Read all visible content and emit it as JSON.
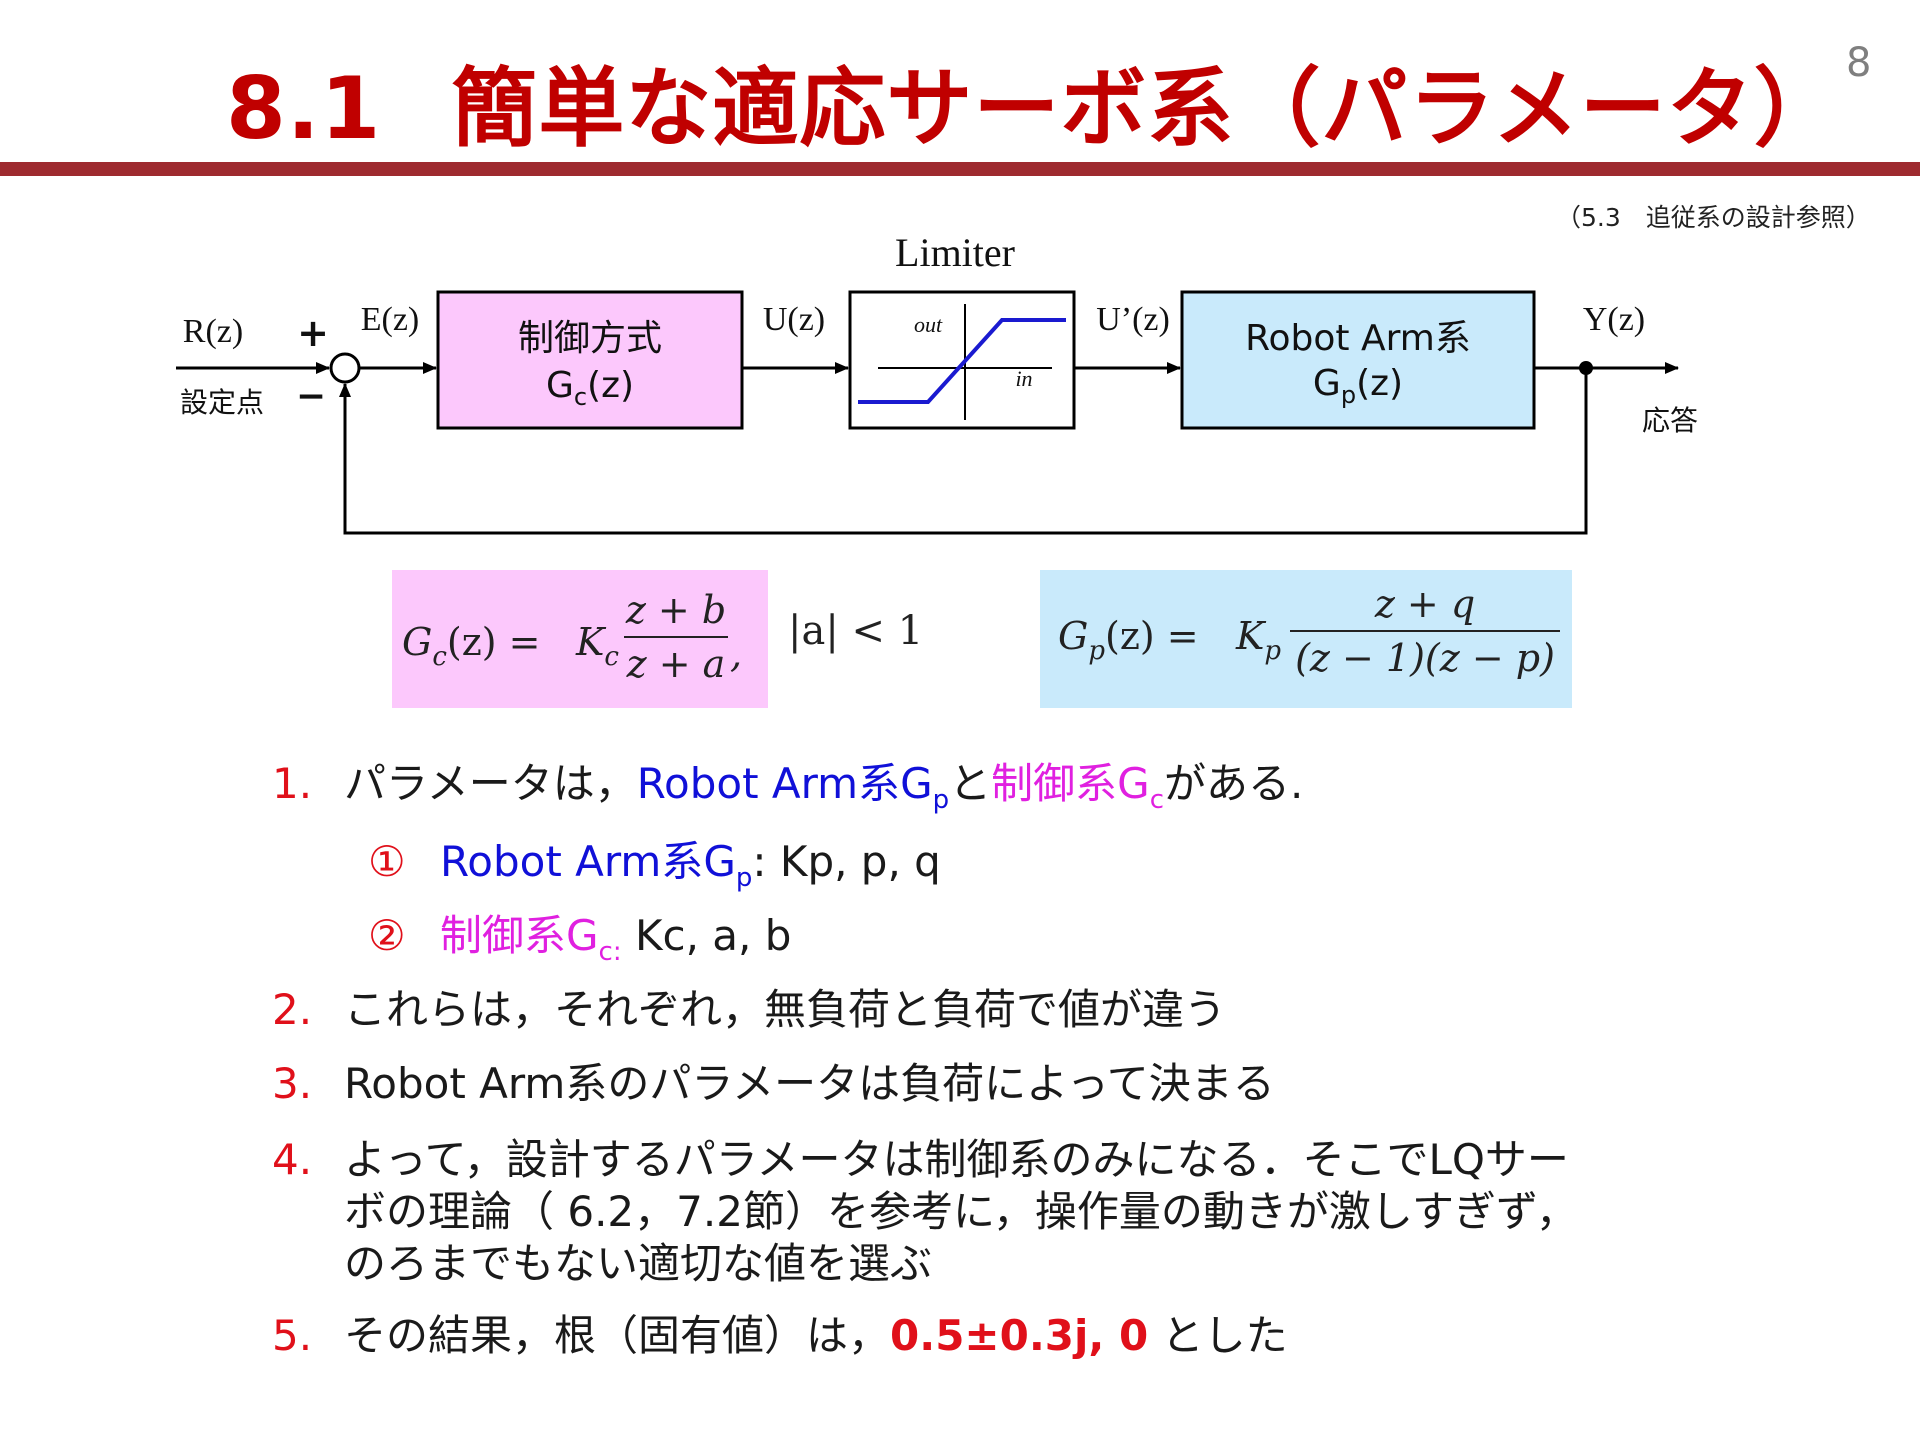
{
  "slide": {
    "number": "8",
    "title_num": "8.1",
    "title_text": "簡単な適応サーボ系（パラメータ）",
    "reference": "（5.3　追従系の設計参照）"
  },
  "diagram": {
    "limiter_title": "Limiter",
    "limiter_out": "out",
    "limiter_in": "in",
    "input_label": "R(z)",
    "input_sub": "設定点",
    "plus": "+",
    "minus": "−",
    "error_label": "E(z)",
    "controller_line1": "制御方式",
    "controller_g": "G",
    "controller_sub": "c",
    "controller_arg": "(z)",
    "u_label": "U(z)",
    "u2_label": "U’(z)",
    "plant_line1": "Robot Arm系",
    "plant_g": "G",
    "plant_sub": "p",
    "plant_arg": "(z)",
    "output_label": "Y(z)",
    "output_sub": "応答"
  },
  "formulas": {
    "gc_lhs": "G",
    "gc_lhs_sub": "c",
    "gc_lhs_arg": "(z) =",
    "gc_k": "K",
    "gc_k_sub": "c",
    "gc_num": "z + b",
    "gc_den": "z + a",
    "gc_comma": ",",
    "gc_cond": "|a| < 1",
    "gp_lhs": "G",
    "gp_lhs_sub": "p",
    "gp_lhs_arg": "(z) =",
    "gp_k": "K",
    "gp_k_sub": "p",
    "gp_num": "z + q",
    "gp_den": "(z − 1)(z − p)"
  },
  "list": {
    "item1": {
      "marker": "1.",
      "pre": "パラメータは，",
      "robot": "Robot Arm系G",
      "robot_sub": "p",
      "mid": "と",
      "ctrl": "制御系G",
      "ctrl_sub": "c",
      "post": "がある."
    },
    "sub1": {
      "marker": "①",
      "label": "Robot Arm系G",
      "label_sub": "p",
      "rest": ": Kp, p, q"
    },
    "sub2": {
      "marker": "②",
      "label": "制御系G",
      "label_sub": "c:",
      "rest": " Kc, a, b"
    },
    "item2": {
      "marker": "2.",
      "text": "これらは，それぞれ，無負荷と負荷で値が違う"
    },
    "item3": {
      "marker": "3.",
      "text": "Robot Arm系のパラメータは負荷によって決まる"
    },
    "item4": {
      "marker": "4.",
      "line1": "よって，設計するパラメータは制御系のみになる．そこでLQサー",
      "line2": "ボの理論（ 6.2，7.2節）を参考に，操作量の動きが激しすぎず，",
      "line3": "のろまでもない適切な値を選ぶ"
    },
    "item5": {
      "marker": "5.",
      "pre": "その結果，根（固有値）は，",
      "value": "0.5±0.3j, 0",
      "post": " とした"
    }
  },
  "colors": {
    "title": "#c00000",
    "rule": "#9e2a2f",
    "controller_fill": "#fcc8fc",
    "plant_fill": "#c9eafb",
    "limiter_curve": "#1a1ad0",
    "blue_text": "#1010d8",
    "magenta_text": "#e020e0",
    "marker_red": "#e0101a"
  }
}
